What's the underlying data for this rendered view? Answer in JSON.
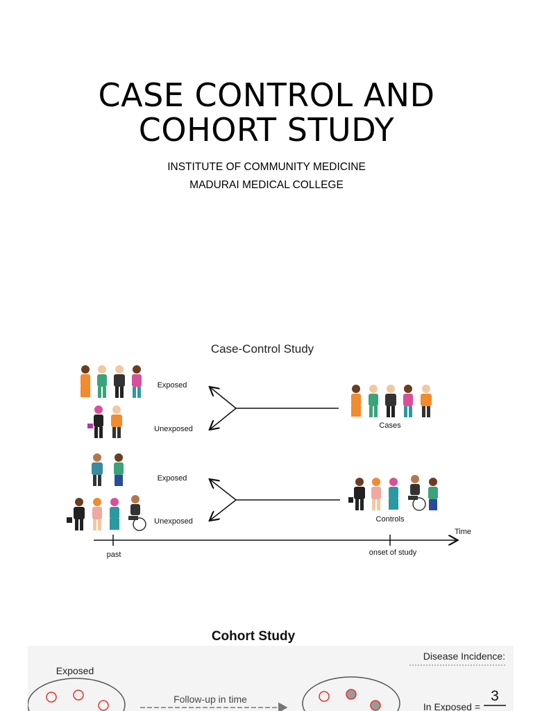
{
  "slide": {
    "title_line1": "CASE CONTROL AND",
    "title_line2": "COHORT STUDY",
    "subtitle_line1": "INSTITUTE OF COMMUNITY MEDICINE",
    "subtitle_line2": "MADURAI MEDICAL COLLEGE"
  },
  "case_control": {
    "title": "Case-Control Study",
    "exposed_label": "Exposed",
    "unexposed_label": "Unexposed",
    "cases_label": "Cases",
    "controls_label": "Controls",
    "time_label": "Time",
    "past_label": "past",
    "onset_label": "onset of study"
  },
  "cohort": {
    "title": "Cohort Study",
    "exposed_label": "Exposed",
    "followup_label": "Follow-up in time",
    "incidence_label": "Disease Incidence:",
    "in_exposed_label": "In Exposed =",
    "numerator": "3"
  },
  "colors": {
    "orange": "#f28a2e",
    "green": "#3aa37a",
    "pink": "#d94f9a",
    "skin_dark": "#6b3d22",
    "skin_mid": "#b5774a",
    "skin_light": "#f0c9a0",
    "red_circle": "#e8332a",
    "grey_fill": "#9a9a9a"
  }
}
